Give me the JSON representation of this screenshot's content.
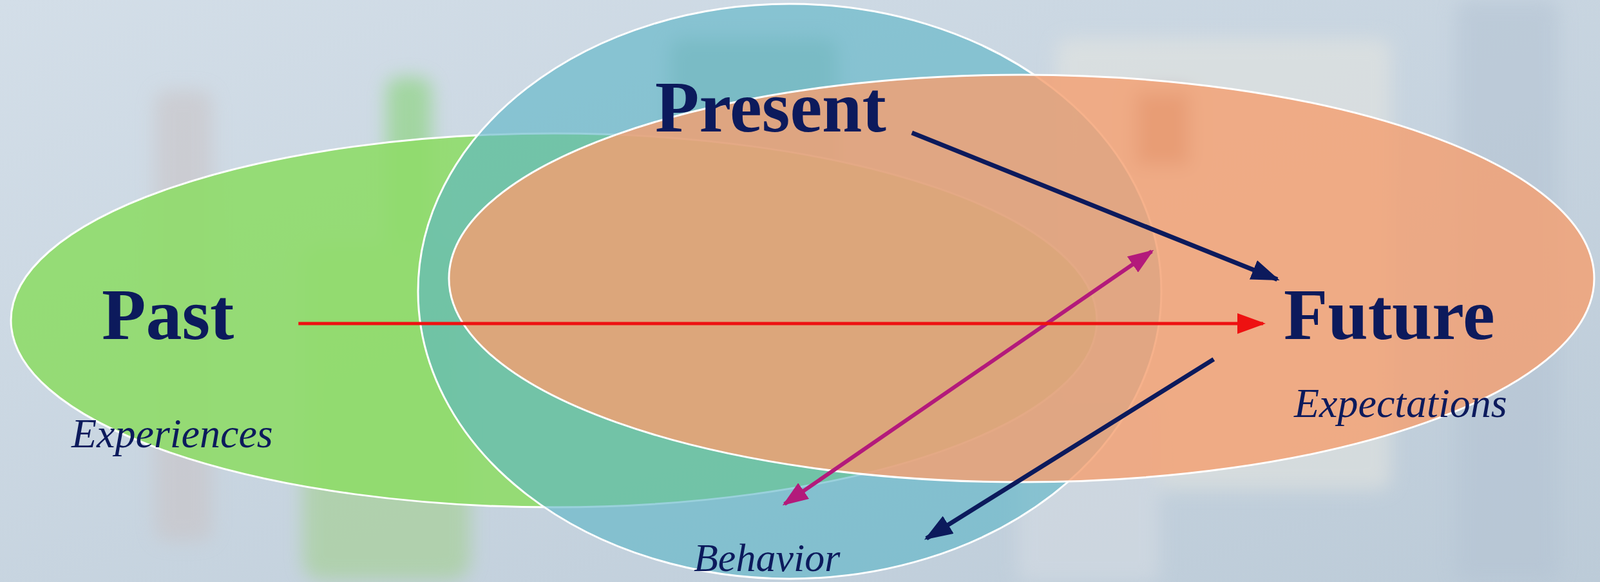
{
  "diagram": {
    "nodes": [
      {
        "text": [
          "Past",
          "Experiences"
        ]
      },
      {
        "text": [
          "Present",
          "Behavior"
        ]
      },
      {
        "text": [
          "Future",
          "Expectations"
        ]
      }
    ],
    "edges": [
      {
        "from": 0,
        "to": 2,
        "arrow": "to"
      },
      {
        "from": 1,
        "to": 2,
        "arrow": "to"
      },
      {
        "from": 2,
        "to": 1,
        "arrow": "to"
      }
    ]
  }
}
